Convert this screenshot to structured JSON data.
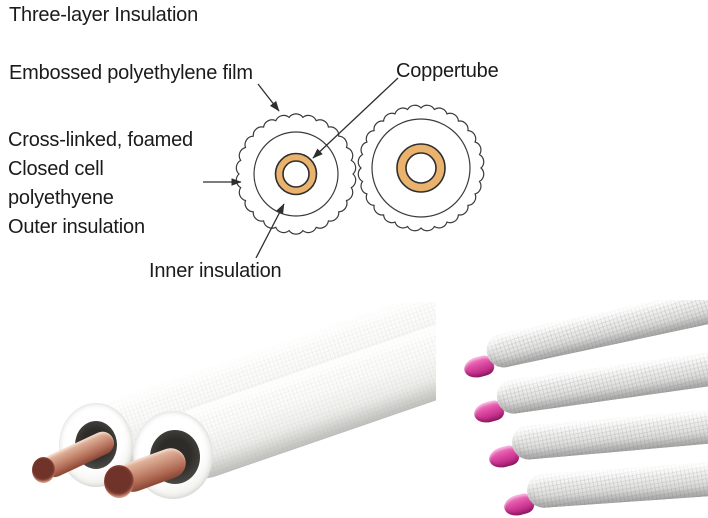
{
  "title": "Three-layer Insulation",
  "diagram": {
    "label_film": "Embossed polyethylene film",
    "label_copper": "Coppertube",
    "label_outer_lines": [
      "Cross-linked, foamed",
      "Closed cell",
      "polyethyene",
      "Outer insulation"
    ],
    "label_inner": "Inner insulation",
    "colors": {
      "copper_ring_fill": "#e9b26d",
      "outline": "#2e2e2e"
    }
  },
  "photos": {
    "left": {
      "alt": "Twin white insulated pipe pair with two copper tubes protruding from the cut ends",
      "colors": {
        "insulation": "#f4f4f2",
        "copper": "#c68a74",
        "copper_bore": "#6f3329"
      }
    },
    "right": {
      "alt": "Four white embossed insulation tubes, each with a pink end cap",
      "colors": {
        "insulation": "#e9e9e7",
        "cap_pink": "#d6439c"
      }
    }
  }
}
